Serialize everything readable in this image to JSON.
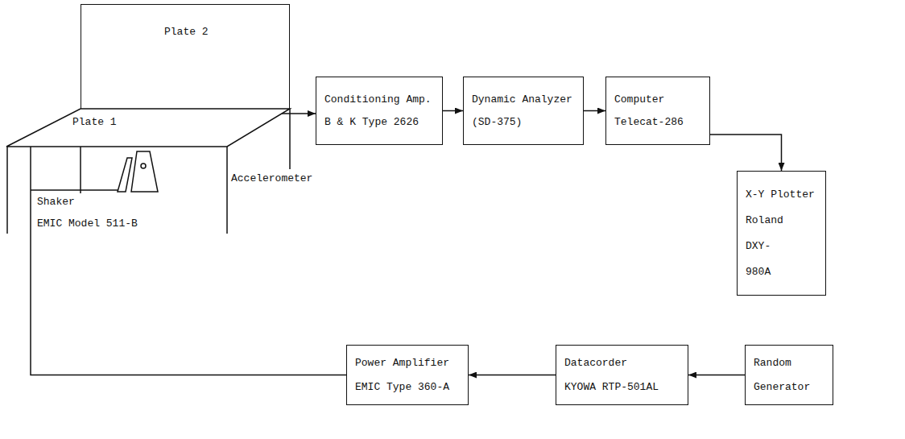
{
  "diagram": {
    "nodes": [
      {
        "text": [
          "Plate 2"
        ]
      },
      {
        "text": [
          "Plate 1"
        ]
      },
      {
        "text": [
          "Conditioning Amp.",
          "B & K Type 2626"
        ]
      },
      {
        "text": [
          "Dynamic Analyzer",
          "(SD-375)"
        ]
      },
      {
        "text": [
          "Computer",
          "Telecat-286"
        ]
      },
      {
        "text": [
          "X-Y Plotter",
          "Roland DXY-980A"
        ]
      },
      {
        "text": [
          "Random Generator"
        ]
      },
      {
        "text": [
          "Datacorder",
          "KYOWA RTP-501AL"
        ]
      },
      {
        "text": [
          "Power Amplifier",
          "EMIC Type 360-A"
        ]
      }
    ],
    "edges": [
      {
        "from": 1,
        "to": 2,
        "arrow": "to"
      },
      {
        "from": 2,
        "to": 3,
        "arrow": "to"
      },
      {
        "from": 3,
        "to": 4,
        "arrow": "to"
      },
      {
        "from": 4,
        "to": 5,
        "arrow": "to"
      },
      {
        "from": 6,
        "to": 7,
        "arrow": "to"
      },
      {
        "from": 7,
        "to": 8,
        "arrow": "to"
      },
      {
        "from": 8,
        "to": 1,
        "arrow": "none"
      }
    ],
    "labels": [
      "Shaker",
      "EMIC Model 511-B",
      "Accelerometer"
    ]
  }
}
